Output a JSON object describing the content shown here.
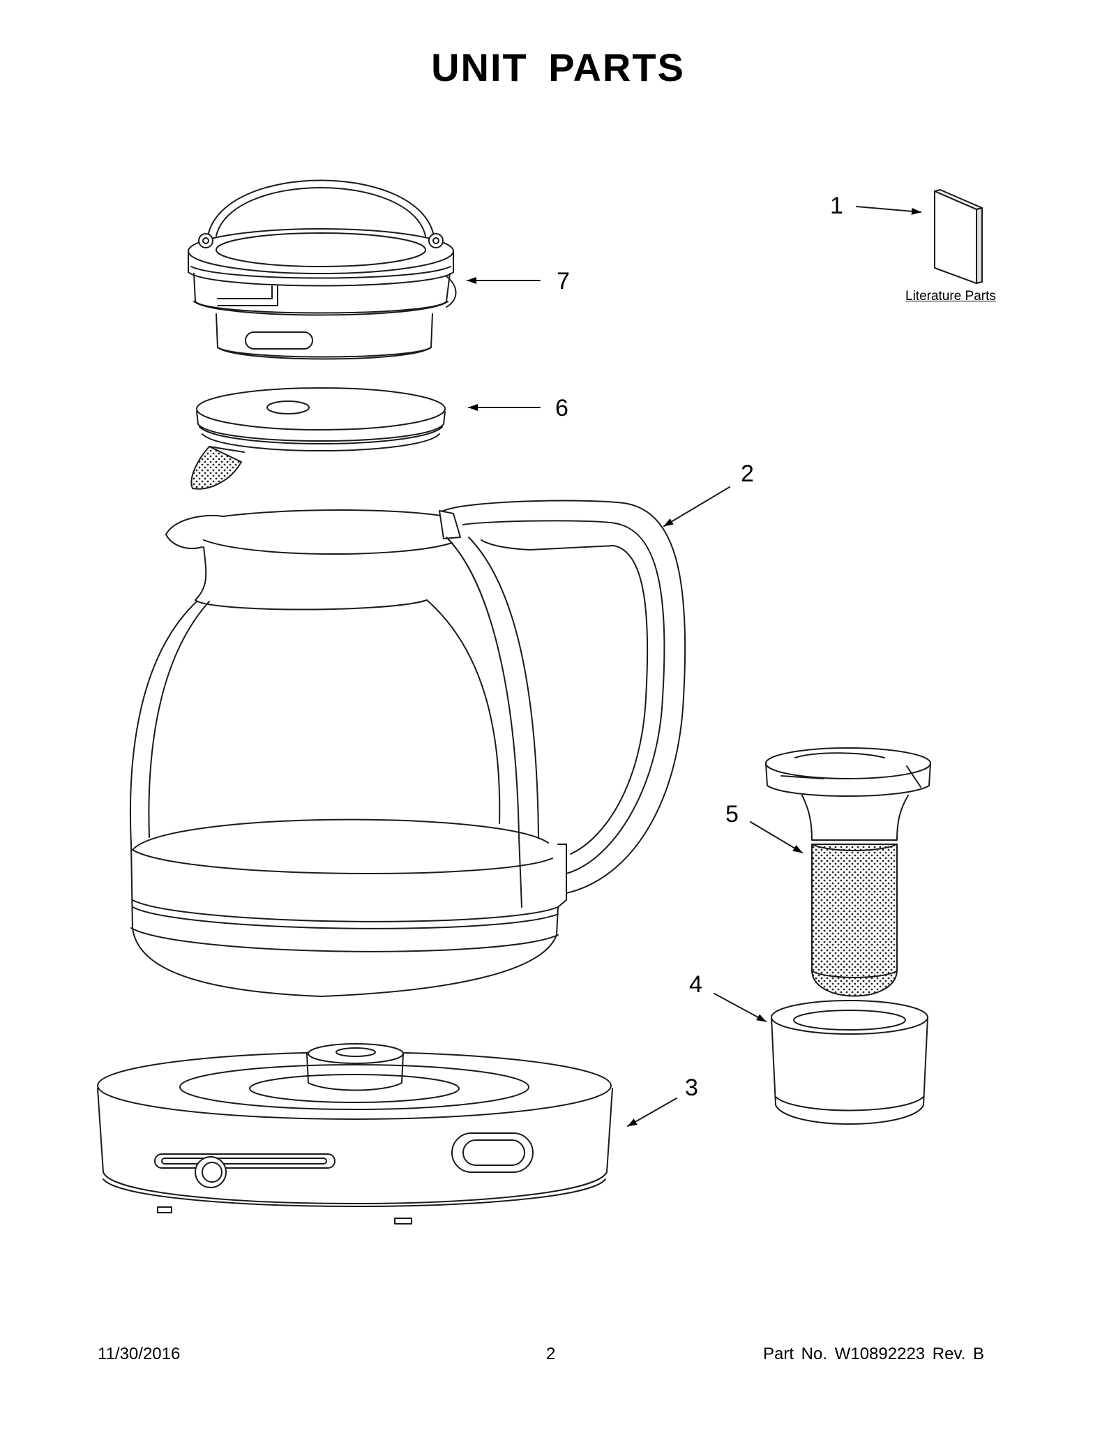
{
  "page": {
    "title": "UNIT PARTS",
    "footer": {
      "date": "11/30/2016",
      "page_number": "2",
      "part_no": "Part No.  W10892223  Rev.  B"
    }
  },
  "parts": [
    {
      "callout": "1",
      "label": "Literature Parts",
      "icon": "literature-booklet-icon"
    },
    {
      "callout": "2",
      "icon": "glass-kettle-body-icon"
    },
    {
      "callout": "3",
      "icon": "kettle-base-icon"
    },
    {
      "callout": "4",
      "icon": "infuser-cup-icon"
    },
    {
      "callout": "5",
      "icon": "tea-infuser-basket-icon"
    },
    {
      "callout": "6",
      "icon": "lid-gasket-filter-icon"
    },
    {
      "callout": "7",
      "icon": "kettle-lid-icon"
    }
  ]
}
